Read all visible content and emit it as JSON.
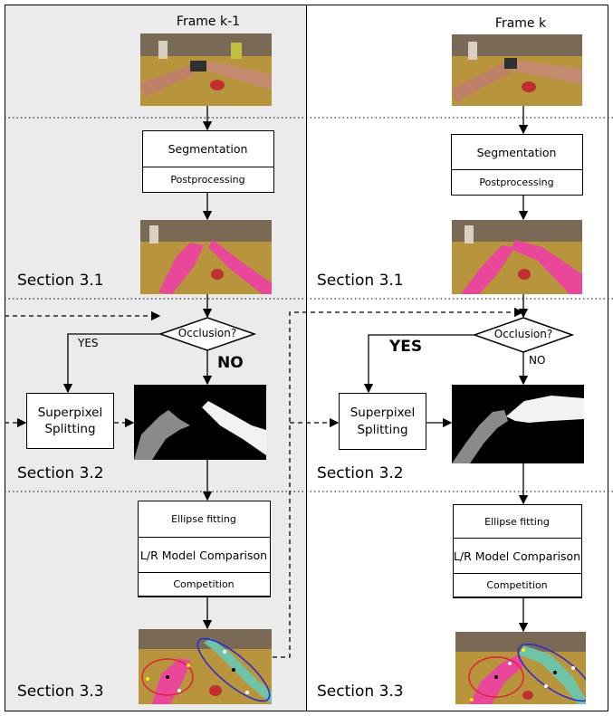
{
  "left": {
    "frame_title": "Frame k-1",
    "box1": {
      "top": "Segmentation",
      "bottom": "Postprocessing"
    },
    "decision": "Occlusion?",
    "yes_label": "YES",
    "no_label": "NO",
    "split_box": "Superpixel Splitting",
    "box3": {
      "line1": "Ellipse fitting",
      "line2": "L/R Model Comparison",
      "line3": "Competition"
    },
    "sections": [
      "Section 3.1",
      "Section 3.2",
      "Section 3.3"
    ]
  },
  "right": {
    "frame_title": "Frame k",
    "box1": {
      "top": "Segmentation",
      "bottom": "Postprocessing"
    },
    "decision": "Occlusion?",
    "yes_label": "YES",
    "no_label": "NO",
    "split_box": "Superpixel Splitting",
    "box3": {
      "line1": "Ellipse fitting",
      "line2": "L/R Model Comparison",
      "line3": "Competition"
    },
    "sections": [
      "Section 3.1",
      "Section 3.2",
      "Section 3.3"
    ]
  },
  "colors": {
    "left_panel_bg": "#ebebeb",
    "photo_table": "#b8943c",
    "hand_pink": "#e8479a",
    "hand_teal": "#6fc4a8",
    "mask_gray": "#8a8a8a",
    "mask_white": "#f2f2f2",
    "ellipse_red": "#e0203a",
    "ellipse_blue": "#2a2ad0"
  }
}
